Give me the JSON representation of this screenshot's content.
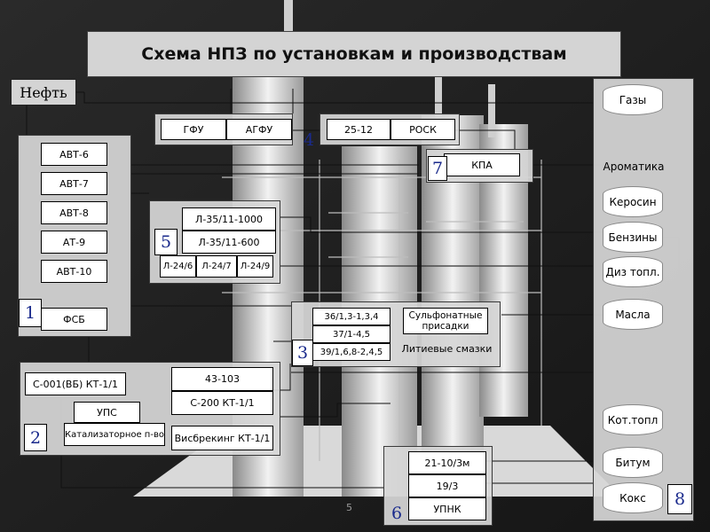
{
  "title": "Схема НПЗ по установкам и производствам",
  "oil": "Нефть",
  "group1": {
    "num": "1",
    "items": [
      "АВТ-6",
      "АВТ-7",
      "АВТ-8",
      "АТ-9",
      "АВТ-10",
      "ФСБ"
    ]
  },
  "group2": {
    "num": "2",
    "left": [
      "С-001(ВБ) КТ-1/1",
      "УПС",
      "Катализаторное п-во"
    ],
    "right": [
      "43-103",
      "С-200 КТ-1/1",
      "Висбрекинг КТ-1/1"
    ]
  },
  "group3": {
    "num": "3",
    "left": [
      "36/1,3-1,3,4",
      "37/1-4,5",
      "39/1,6,8-2,4,5"
    ],
    "right": [
      "Сульфонатные присадки",
      "Литиевые смазки"
    ]
  },
  "group4": {
    "num": "4",
    "a": [
      "ГФУ",
      "АГФУ"
    ],
    "b": [
      "25-12",
      "РОСК"
    ]
  },
  "group5": {
    "num": "5",
    "top": [
      "Л-35/11-1000",
      "Л-35/11-600"
    ],
    "bottom": [
      "Л-24/6",
      "Л-24/7",
      "Л-24/9"
    ]
  },
  "group6": {
    "num": "6",
    "items": [
      "21-10/3м",
      "19/3",
      "УПНК"
    ]
  },
  "group7": {
    "num": "7",
    "label": "КПА"
  },
  "group8": {
    "num": "8",
    "products": [
      "Газы",
      "Ароматика",
      "Керосин",
      "Бензины",
      "Диз топл.",
      "Масла",
      "Кот.топл",
      "Битум",
      "Кокс"
    ]
  },
  "page_number": "5"
}
